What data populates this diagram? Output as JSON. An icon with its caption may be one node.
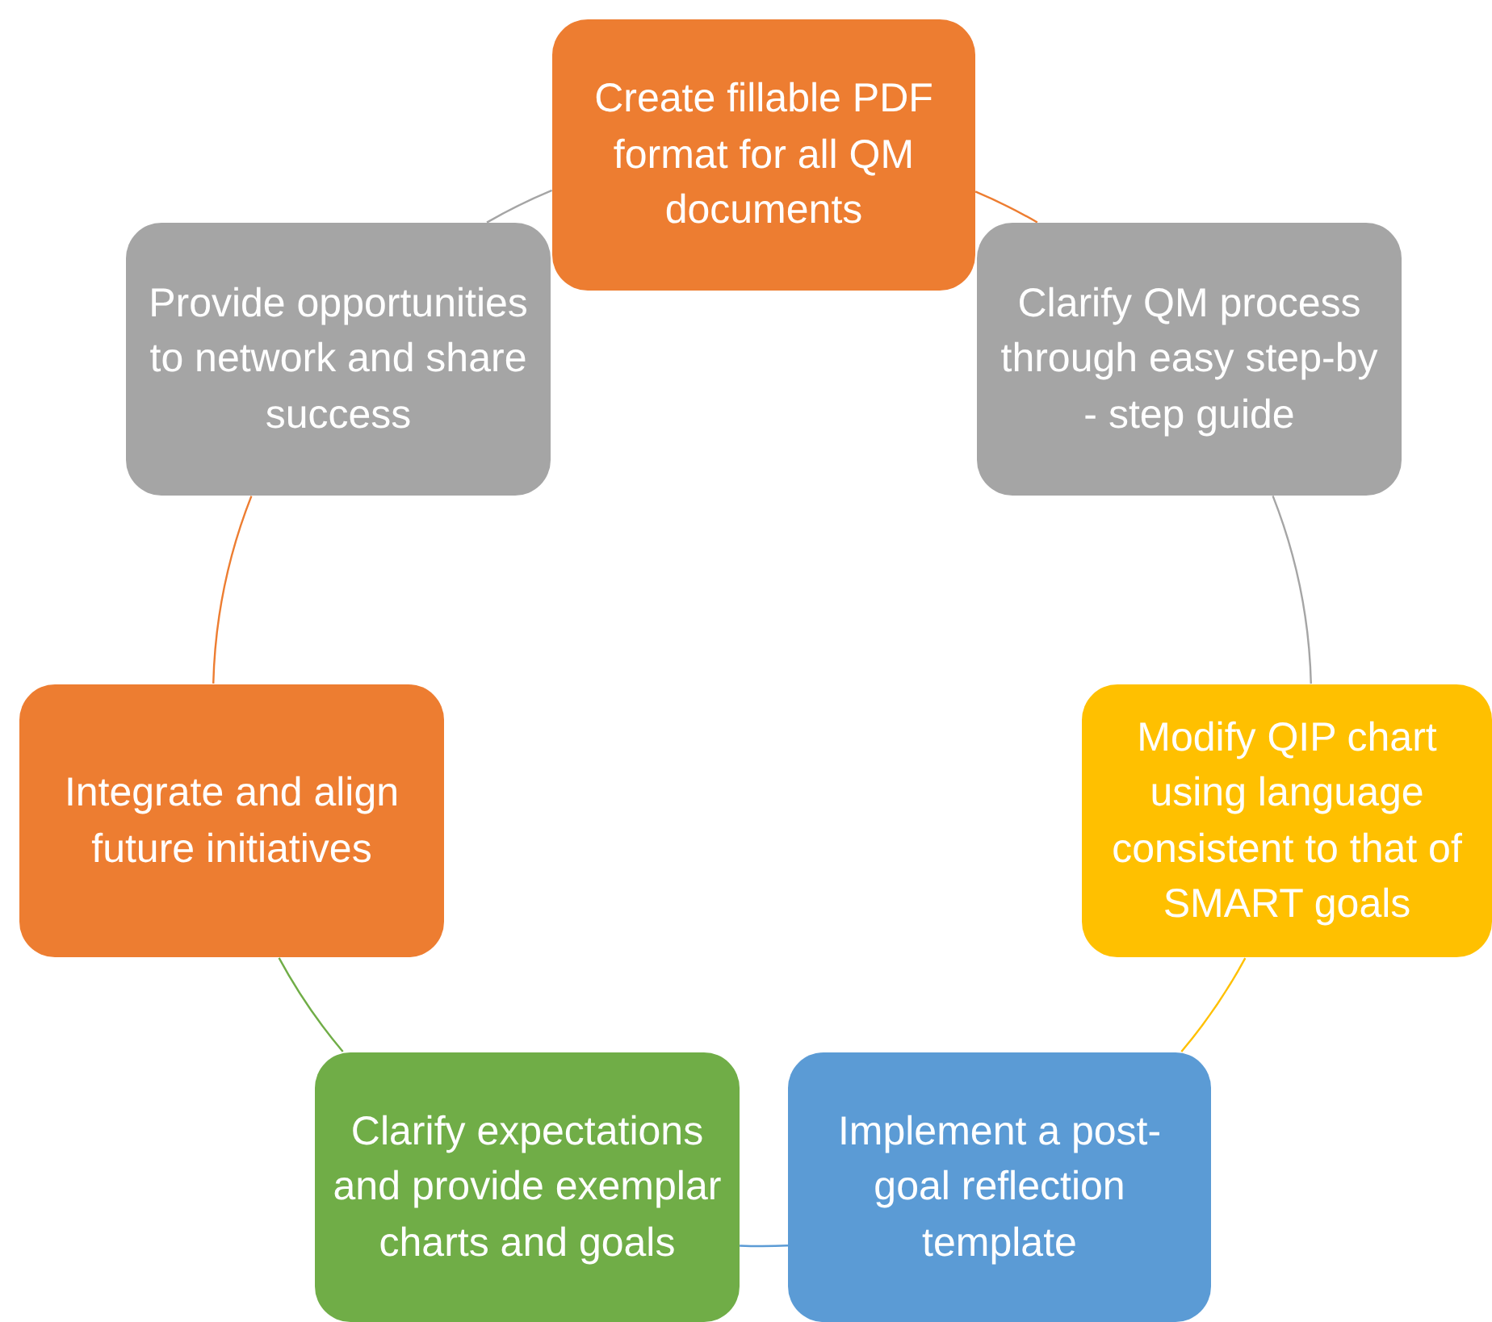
{
  "diagram": {
    "nodes": [
      {
        "text": [
          "Create fillable PDF format for all QM documents"
        ]
      },
      {
        "text": [
          "Clarify QM process through easy step-by - step guide"
        ]
      },
      {
        "text": [
          "Modify QIP chart using language consistent to that of SMART goals"
        ]
      },
      {
        "text": [
          "Implement a post-goal reflection template"
        ]
      },
      {
        "text": [
          "Clarify expectations and provide exemplar charts and goals"
        ]
      },
      {
        "text": [
          "Integrate and align future initiatives"
        ]
      },
      {
        "text": [
          "Provide opportunities to network and share success"
        ]
      }
    ],
    "edges": [
      {
        "from": 0,
        "to": 1,
        "arrow": "none",
        "color": "#ed7d31"
      },
      {
        "from": 1,
        "to": 2,
        "arrow": "none",
        "color": "#a5a5a5"
      },
      {
        "from": 2,
        "to": 3,
        "arrow": "none",
        "color": "#ffc000"
      },
      {
        "from": 3,
        "to": 4,
        "arrow": "none",
        "color": "#5b9bd5"
      },
      {
        "from": 4,
        "to": 5,
        "arrow": "none",
        "color": "#70ad47"
      },
      {
        "from": 5,
        "to": 6,
        "arrow": "none",
        "color": "#ed7d31"
      },
      {
        "from": 6,
        "to": 0,
        "arrow": "none",
        "color": "#a5a5a5"
      }
    ]
  }
}
